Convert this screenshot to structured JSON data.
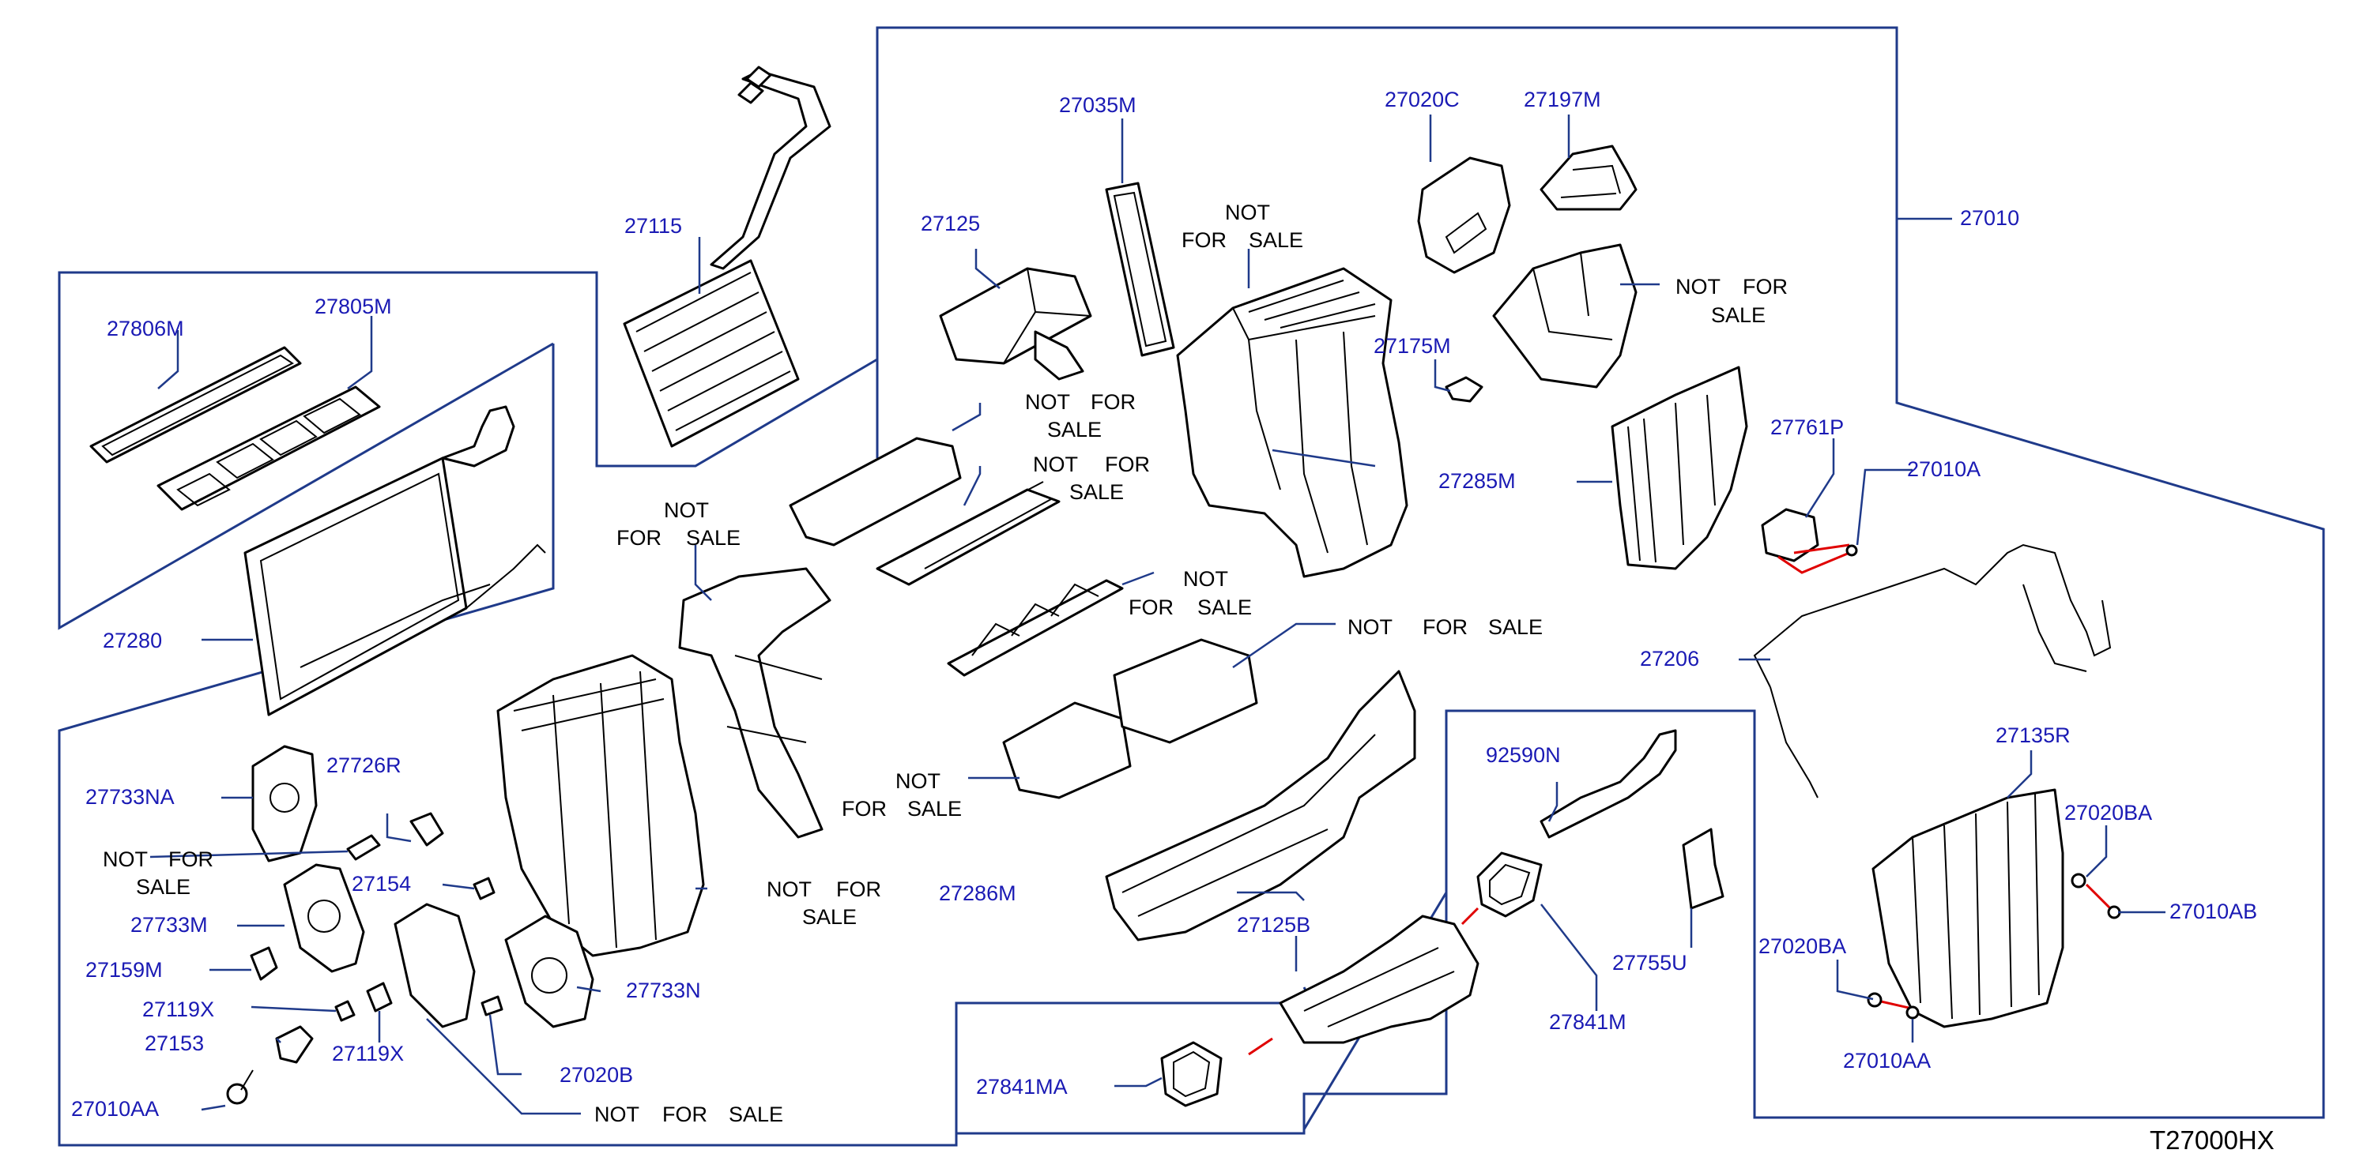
{
  "diagram_code": "T27000HX",
  "labels": {
    "p27010": "27010",
    "p27010A": "27010A",
    "p27010AA_a": "27010AA",
    "p27010AA_b": "27010AA",
    "p27010AB": "27010AB",
    "p27020B": "27020B",
    "p27020BA_a": "27020BA",
    "p27020BA_b": "27020BA",
    "p27020C": "27020C",
    "p27035M": "27035M",
    "p27115": "27115",
    "p27119X_a": "27119X",
    "p27119X_b": "27119X",
    "p27125": "27125",
    "p27125B": "27125B",
    "p27135R": "27135R",
    "p27153": "27153",
    "p27154": "27154",
    "p27159M": "27159M",
    "p27175M": "27175M",
    "p27197M": "27197M",
    "p27206": "27206",
    "p27280": "27280",
    "p27285M": "27285M",
    "p27286M": "27286M",
    "p27726R": "27726R",
    "p27733M": "27733M",
    "p27733N": "27733N",
    "p27733NA": "27733NA",
    "p27755U": "27755U",
    "p27761P": "27761P",
    "p27805M": "27805M",
    "p27806M": "27806M",
    "p27841M": "27841M",
    "p27841MA": "27841MA",
    "p92590N": "92590N"
  },
  "not_for_sale": {
    "l1": "NOT",
    "l2": "FOR",
    "l3": "SALE"
  }
}
